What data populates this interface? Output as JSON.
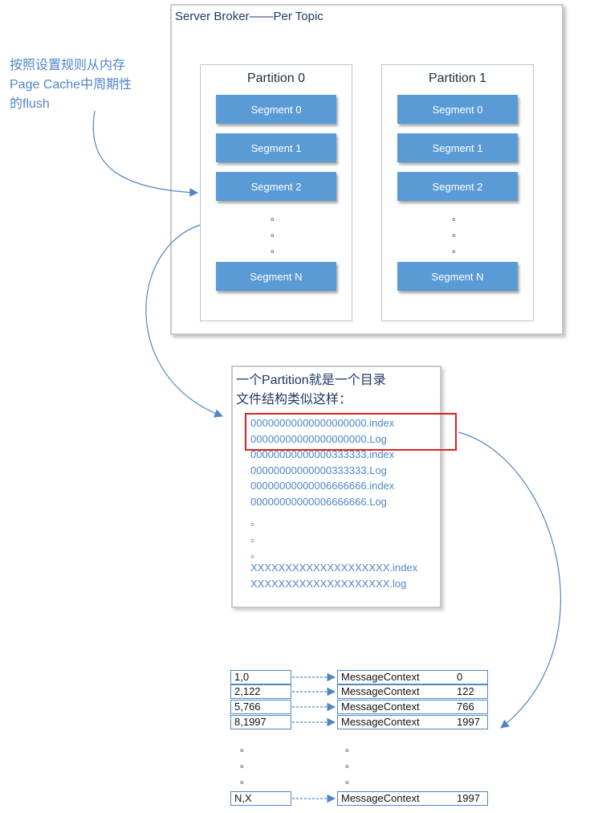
{
  "broker": {
    "title": "Server Broker——Per Topic"
  },
  "partitions": [
    {
      "title": "Partition 0",
      "segments": [
        "Segment 0",
        "Segment 1",
        "Segment 2",
        "Segment N"
      ]
    },
    {
      "title": "Partition 1",
      "segments": [
        "Segment 0",
        "Segment 1",
        "Segment 2",
        "Segment N"
      ]
    }
  ],
  "flush_note": [
    "按照设置规则从内存",
    "Page Cache中周期性",
    "的flush"
  ],
  "directory": {
    "title": [
      "一个Partition就是一个目录",
      "文件结构类似这样："
    ],
    "files": [
      "00000000000000000000.index",
      "00000000000000000000.Log",
      "00000000000000333333.index",
      "00000000000000333333.Log",
      "00000000000006666666.index",
      "00000000000006666666.Log",
      "XXXXXXXXXXXXXXXXXXXX.index",
      "XXXXXXXXXXXXXXXXXXXX.log"
    ]
  },
  "index_table": {
    "rows": [
      {
        "key": "1,0",
        "label": "MessageContext",
        "offset": "0"
      },
      {
        "key": "2,122",
        "label": "MessageContext",
        "offset": "122"
      },
      {
        "key": "5,766",
        "label": "MessageContext",
        "offset": "766"
      },
      {
        "key": "8,1997",
        "label": "MessageContext",
        "offset": "1997"
      }
    ],
    "last_row": {
      "key": "N,X",
      "label": "MessageContext",
      "offset": "1997"
    }
  },
  "colors": {
    "segment": "#5b9bd5",
    "note": "#4f86c6",
    "highlight": "#e02020"
  }
}
